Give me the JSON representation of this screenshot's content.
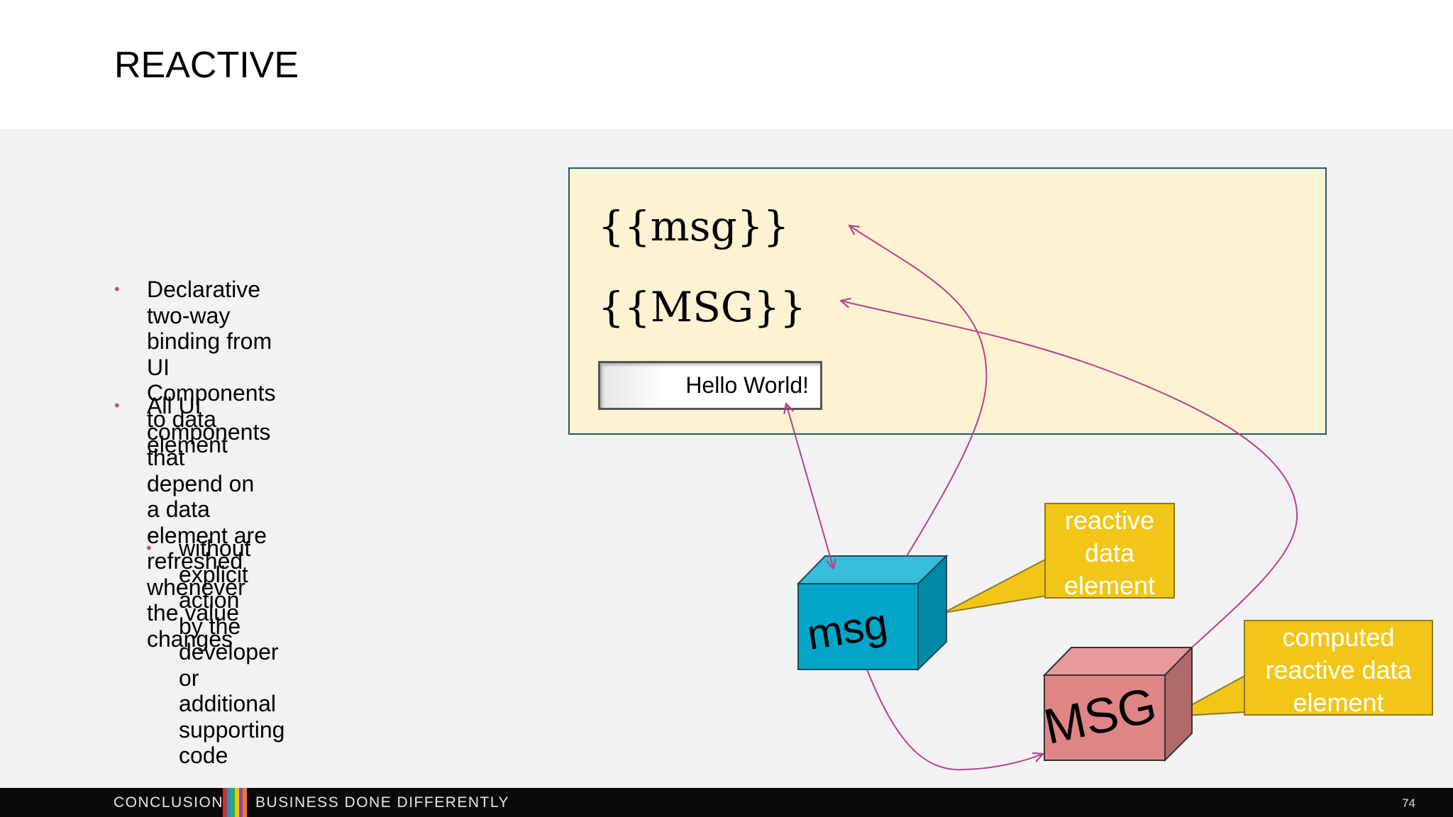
{
  "slide": {
    "title": "REACTIVE",
    "bullets": [
      {
        "level": 1,
        "text": "Declarative two-way\nbinding from UI\nComponents to data\nelement"
      },
      {
        "level": 1,
        "text": "All UI components that\ndepend on a data\nelement are refreshed\nwhenever the value\nchanges"
      },
      {
        "level": 2,
        "text": "without explicit action\nby the developer or\nadditional supporting\ncode"
      }
    ],
    "bullet_glyph": "•"
  },
  "diagram": {
    "template_lower": "{{msg}}",
    "template_upper": "{{MSG}}",
    "input_value": "Hello World!",
    "cube_msg_label": "msg",
    "cube_MSG_label": "MSG",
    "callout_reactive": "reactive\ndata\nelement",
    "callout_computed": "computed\nreactive data\nelement",
    "colors": {
      "panel_bg": "#fdf2d2",
      "cube_msg": "#00a5c8",
      "cube_MSG": "#e08585",
      "callout": "#f2c617",
      "arrow": "#b8408a"
    }
  },
  "footer": {
    "left_label": "CONCLUSION",
    "right_label": "BUSINESS DONE DIFFERENTLY",
    "page_number": "74",
    "stripe_colors": [
      "#c0392b",
      "#2e86de",
      "#27ae60",
      "#f1c40f",
      "#8e44ad",
      "#e67e22"
    ]
  }
}
